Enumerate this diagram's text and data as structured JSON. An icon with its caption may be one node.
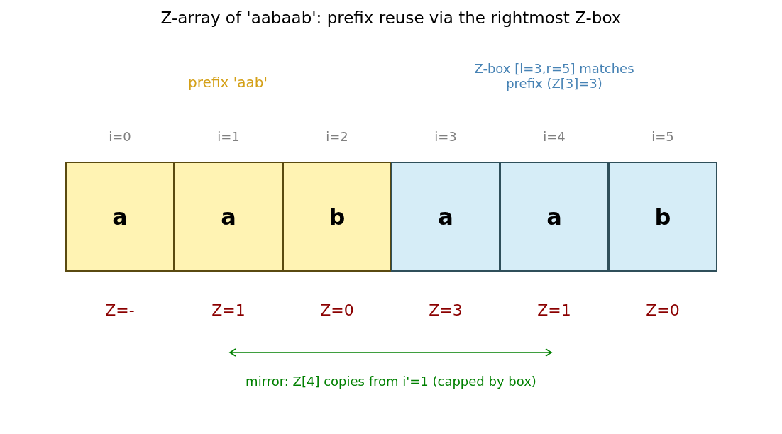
{
  "diagram": {
    "title": "Z-array of 'aabaab': prefix reuse via the rightmost Z-box",
    "nodes": [
      {
        "text": [
          "a"
        ],
        "beside": [
          "i=0",
          "Z=-"
        ]
      },
      {
        "text": [
          "a"
        ],
        "beside": [
          "i=1",
          "Z=1"
        ]
      },
      {
        "text": [
          "b"
        ],
        "beside": [
          "i=2",
          "Z=0"
        ]
      },
      {
        "text": [
          "a"
        ],
        "beside": [
          "i=3",
          "Z=3"
        ]
      },
      {
        "text": [
          "a"
        ],
        "beside": [
          "i=4",
          "Z=1"
        ]
      },
      {
        "text": [
          "b"
        ],
        "beside": [
          "i=5",
          "Z=0"
        ]
      }
    ],
    "edges": [],
    "labels": [
      "prefix 'aab'",
      "Z-box [l=3,r=5] matches prefix (Z[3]=3)",
      "mirror: Z[4] copies from i'=1 (capped by box)"
    ]
  }
}
